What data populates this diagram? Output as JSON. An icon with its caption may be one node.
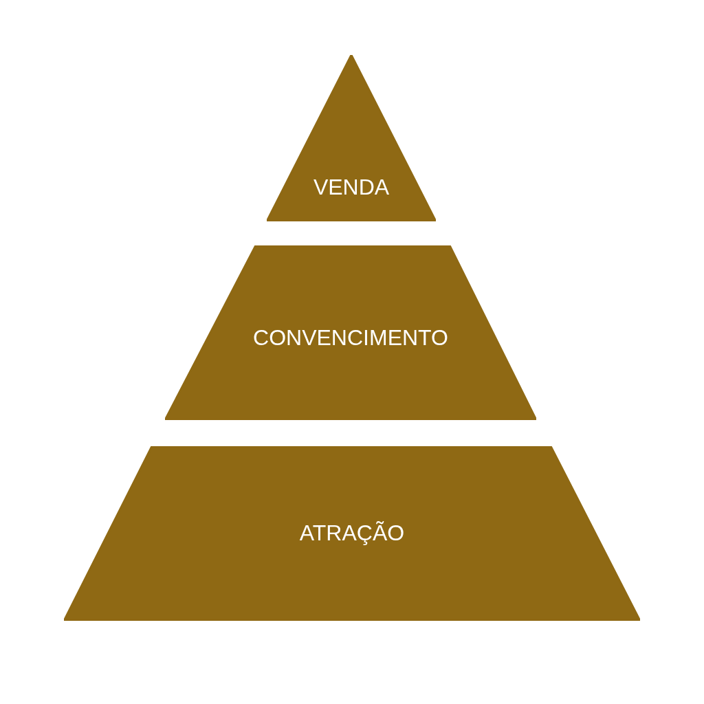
{
  "diagram": {
    "nodes": [
      {
        "text": [
          "VENDA"
        ]
      },
      {
        "text": [
          "CONVENCIMENTO"
        ]
      },
      {
        "text": [
          "ATRAÇÃO"
        ]
      }
    ]
  }
}
